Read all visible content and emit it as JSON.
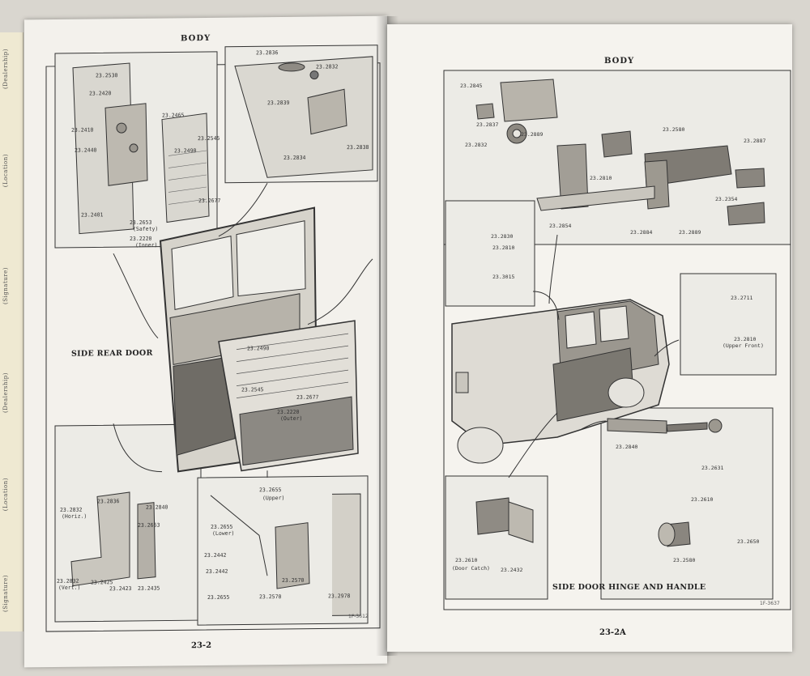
{
  "tabs": [
    "(Dealership)",
    "(Location)",
    "(Signature)",
    "(Dealership)",
    "(Location)",
    "(Signature)"
  ],
  "left": {
    "header": "BODY",
    "page_number": "23-2",
    "caption": "SIDE REAR DOOR",
    "corner_code": "1F-3612",
    "labels": {
      "l1": "23.2530",
      "l2": "23.2420",
      "l3": "23.2465",
      "l4": "23.2410",
      "l5": "23.2440",
      "l6": "23.2545",
      "l7": "23.2490",
      "l8": "23.2677",
      "l9": "23.2401",
      "l10": "23.2653",
      "l10b": "(Safety)",
      "l11": "23.2220",
      "l11b": "(Inner)",
      "l12": "23.2836",
      "l13": "23.2832",
      "l14": "23.2839",
      "l15": "23.2838",
      "l16": "23.2834",
      "l17": "23.2490",
      "l18": "23.2545",
      "l19": "23.2677",
      "l20": "23.2220",
      "l20b": "(Outer)",
      "l21": "23.2832",
      "l21b": "(Horiz.)",
      "l22": "23.2836",
      "l23": "23.2832",
      "l23b": "(Vert.)",
      "l24": "23.2840",
      "l25": "23.2663",
      "l26": "23.2425",
      "l27": "23.2423",
      "l28": "23.2435",
      "l29": "23.2655",
      "l29b": "(Upper)",
      "l30": "23.2655",
      "l30b": "(Lower)",
      "l31": "23.2442",
      "l32": "23.2442",
      "l33": "23.2655",
      "l34": "23.2570",
      "l35": "23.2570",
      "l36": "23.2978"
    }
  },
  "right": {
    "header": "BODY",
    "page_number": "23-2A",
    "caption": "SIDE DOOR HINGE AND HANDLE",
    "corner_code": "1F-3637",
    "labels": {
      "r1": "23.2845",
      "r2": "23.2837",
      "r3": "23.2832",
      "r4": "23.2889",
      "r5": "23.2580",
      "r6": "23.2887",
      "r7": "23.2810",
      "r8": "23.2354",
      "r9": "23.2854",
      "r10": "23.2884",
      "r11": "23.2889",
      "r12": "23.2830",
      "r13": "23.2810",
      "r14": "23.3015",
      "r15": "23.2711",
      "r16": "23.2810",
      "r16b": "(Upper Front)",
      "r17": "23.2840",
      "r18": "23.2631",
      "r19": "23.2610",
      "r20": "23.2580",
      "r21": "23.2650",
      "r22": "23.2610",
      "r22b": "(Door Catch)",
      "r23": "23.2432"
    }
  }
}
